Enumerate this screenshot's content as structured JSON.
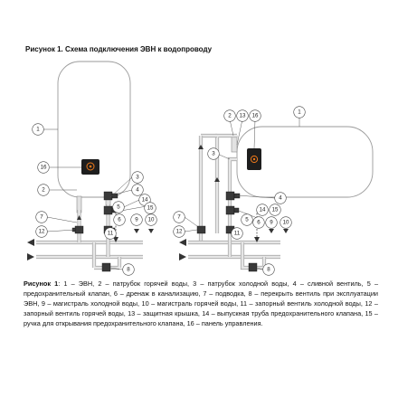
{
  "title": "Рисунок 1. Схема подключения ЭВН к водопроводу",
  "caption": {
    "lead": "Рисунок 1",
    "text": ": 1 – ЭВН, 2 – патрубок горячей воды, 3 – патрубок холодной воды, 4 – сливной вентиль, 5 – предохранительный клапан, 6 – дренаж в канализацию, 7 – подводка, 8 – перекрыть вентиль при эксплуатации ЭВН, 9 – магистраль холодной воды, 10 – магистраль горячей воды, 11 – запорный вентиль холодной воды, 12 – запорный вентиль горячей воды, 13 – защитная крышка, 14 – выпускная труба предохранительного клапана, 15 – ручка для открывания предохранительного клапана, 16 – панель управления."
  },
  "labels": {
    "n1": "1",
    "n2": "2",
    "n3": "3",
    "n4": "4",
    "n5": "5",
    "n6": "6",
    "n7": "7",
    "n8": "8",
    "n9": "9",
    "n10": "10",
    "n11": "11",
    "n12": "12",
    "n13": "13",
    "n14": "14",
    "n15": "15",
    "n16": "16"
  },
  "colors": {
    "tank_outline": "#9a9a9a",
    "pipe": "#aaaaaa",
    "valve": "#3a3a3a",
    "panel": "#1e1e1e",
    "indicator": "#f07a1a"
  }
}
